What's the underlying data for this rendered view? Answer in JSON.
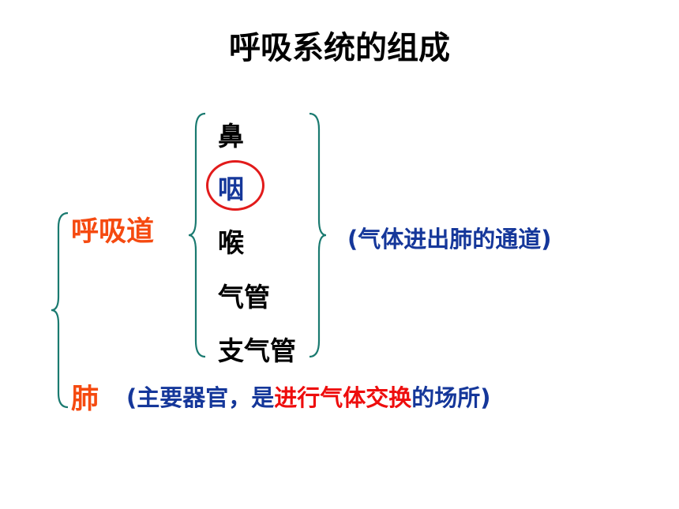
{
  "title": "呼吸系统的组成",
  "respiratory_tract": {
    "label": "呼吸道",
    "organs": [
      "鼻",
      "咽",
      "喉",
      "气管",
      "支气管"
    ],
    "note": "(气体进出肺的通道)"
  },
  "lung": {
    "label": "肺",
    "note_open": "(主要器官，是",
    "note_highlight": "进行气体交换",
    "note_close": "的场所)"
  },
  "colors": {
    "orange_label": "#f54a10",
    "blue_text": "#15379a",
    "red_highlight": "#ee0d0d",
    "brace": "#1a7a70",
    "circle": "#e21b1b"
  }
}
